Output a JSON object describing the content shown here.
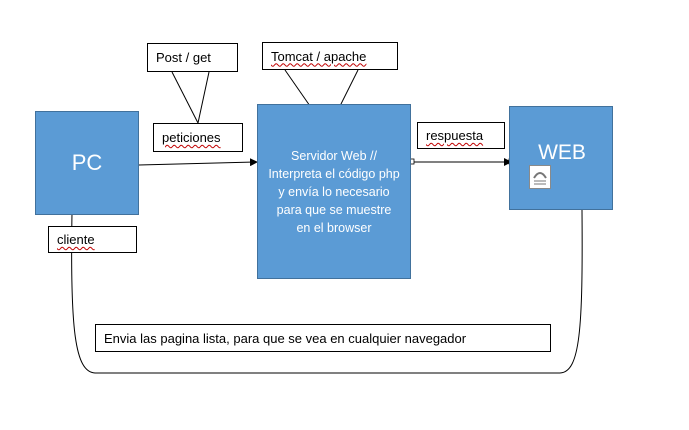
{
  "nodes": {
    "pc": "PC",
    "server": "Servidor Web // Interpreta el código php y envía lo necesario para que se muestre en el browser",
    "web": "WEB"
  },
  "labels": {
    "post_get": "Post / get",
    "tomcat": "Tomcat / apache",
    "peticiones": "peticiones",
    "respuesta": "respuesta",
    "cliente": "cliente",
    "envia": "Envia las pagina lista, para que se vea en cualquier navegador"
  },
  "icons": {
    "web_document": "document-icon"
  },
  "colors": {
    "node_fill": "#5b9bd5",
    "node_border": "#41719c",
    "line": "#000000",
    "spellcheck": "#c00000"
  }
}
